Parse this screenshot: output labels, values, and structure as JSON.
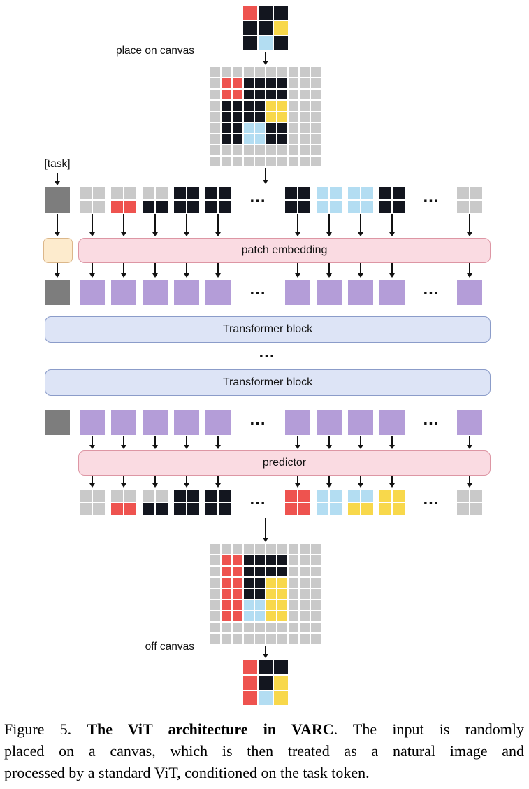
{
  "labels": {
    "place_on_canvas": "place on canvas",
    "task_token": "[task]",
    "patch_embedding": "patch embedding",
    "transformer_block": "Transformer block",
    "predictor": "predictor",
    "off_canvas": "off canvas",
    "dots": "..."
  },
  "palette": {
    "r": "#ee534f",
    "k": "#13161f",
    "y": "#f8d84b",
    "b": "#b3ddf2",
    "g": "#c9c9c9",
    "p": "#b49dd8",
    "t": "#7d7d7d"
  },
  "diagram": {
    "input_grid": [
      "rkk",
      "kky",
      "kbk"
    ],
    "canvas_top": [
      "gggggggggg",
      "grrkkkkggg",
      "grrkkkkggg",
      "gkkkkyyggg",
      "gkkkkyyggg",
      "gkkbbkkggg",
      "gkkbbkkggg",
      "gggggggggg",
      "gggggggggg"
    ],
    "patch_row_top": {
      "task": true,
      "groups": [
        [
          "gggg",
          "ggrr",
          "ggkk",
          "kkkk",
          "kkkk"
        ],
        [
          "kkkk",
          "bbbb",
          "bbbb",
          "kkkk"
        ],
        [
          "gggg"
        ]
      ]
    },
    "token_row_1": {
      "task": true,
      "groups": [
        5,
        4,
        1
      ]
    },
    "token_row_2": {
      "task": true,
      "groups": [
        5,
        4,
        1
      ]
    },
    "patch_row_bottom": {
      "task": false,
      "groups": [
        [
          "gggg",
          "ggrr",
          "ggkk",
          "kkkk",
          "kkkk"
        ],
        [
          "rrrr",
          "bbbb",
          "bbyy",
          "yyyy"
        ],
        [
          "gggg"
        ]
      ]
    },
    "canvas_bottom": [
      "gggggggggg",
      "grrkkkkggg",
      "grrkkkkggg",
      "grrkkyyggg",
      "grrkkyyggg",
      "grrbbyyggg",
      "grrbbyyggg",
      "gggggggggg",
      "gggggggggg"
    ],
    "output_grid": [
      "rkk",
      "rky",
      "rby"
    ]
  },
  "caption": {
    "line1_pre": "Figure 5. ",
    "line1_bold": "The ViT architecture in VARC",
    "line1_post": ". The input is randomly",
    "line2": "placed on a canvas, which is then treated as a natural image and",
    "line3": "processed by a standard ViT, conditioned on the task token."
  }
}
